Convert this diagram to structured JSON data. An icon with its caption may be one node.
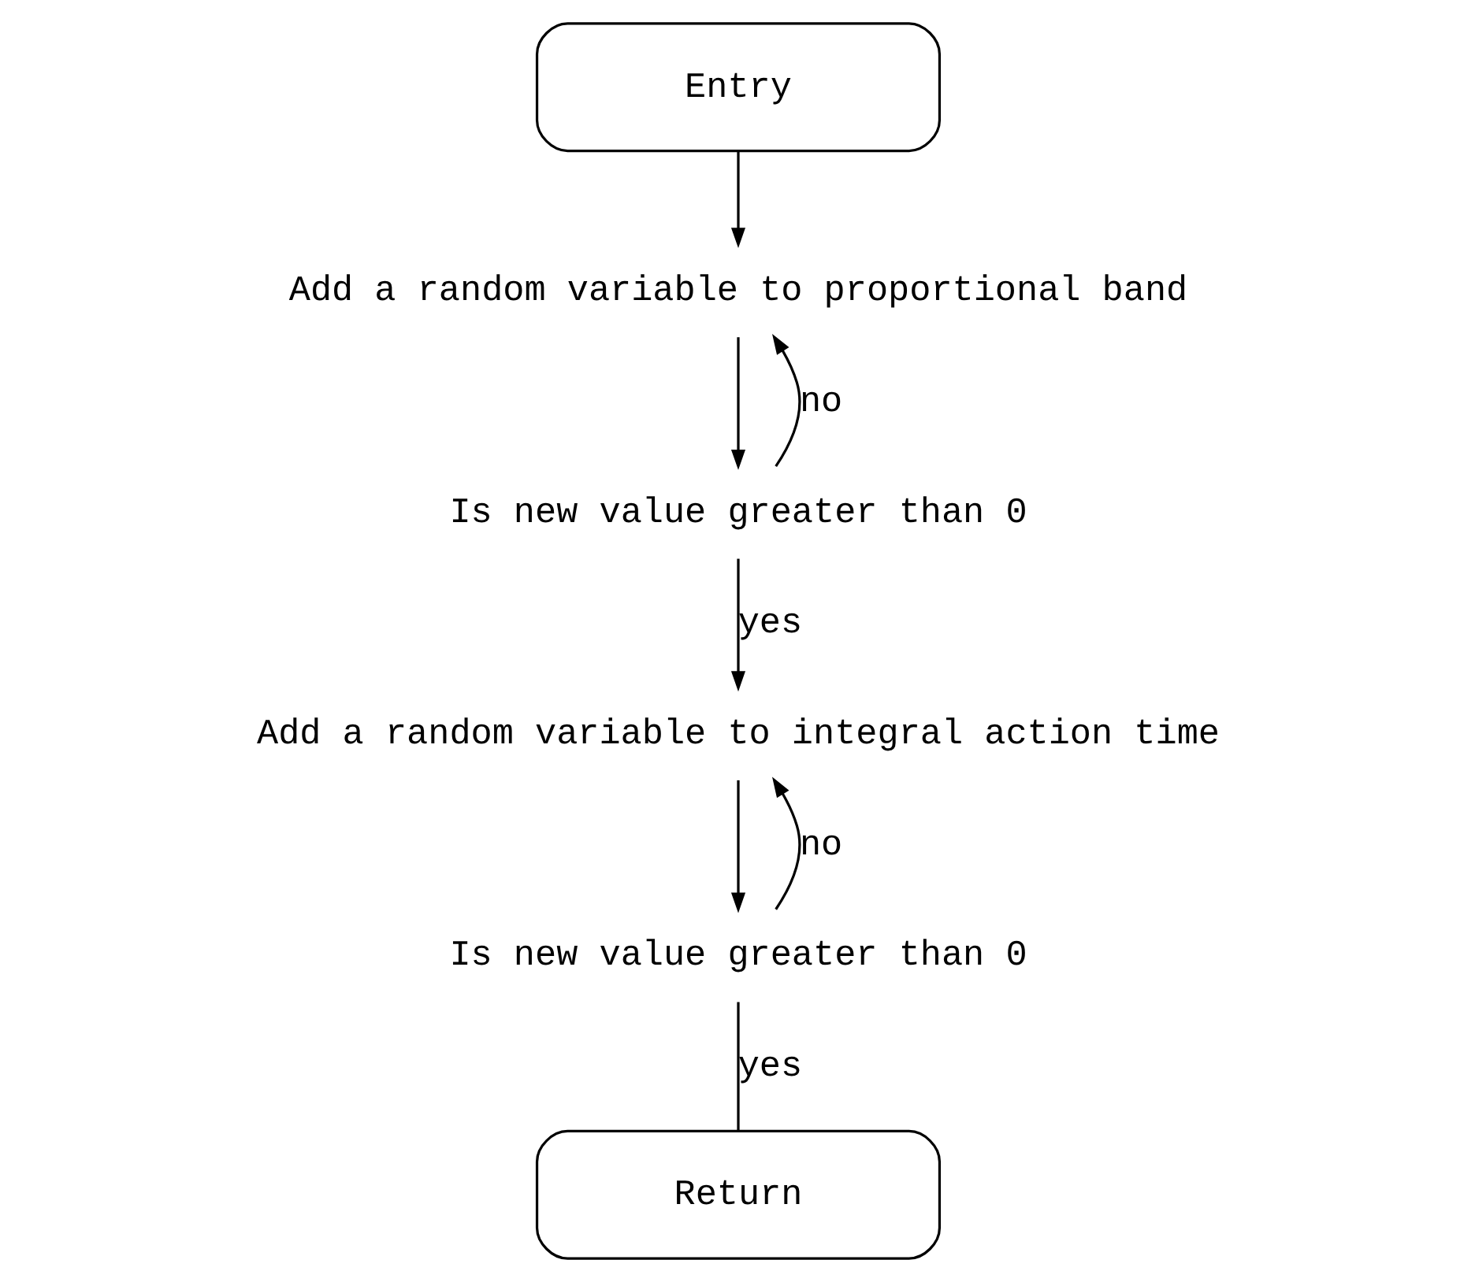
{
  "diagram": {
    "nodes": [
      {
        "text": [
          "Entry"
        ]
      },
      {
        "text": [
          "Add a random variable to proportional band"
        ]
      },
      {
        "text": [
          "Is new value greater than 0"
        ]
      },
      {
        "text": [
          "Add a random variable to integral action time"
        ]
      },
      {
        "text": [
          "Is new value greater than 0"
        ]
      },
      {
        "text": [
          "Return"
        ]
      }
    ],
    "edges": [
      {
        "from": 0,
        "to": 1,
        "arrow": "to"
      },
      {
        "from": 1,
        "to": 2,
        "arrow": "to"
      },
      {
        "from": 2,
        "to": 1,
        "arrow": "to",
        "label": "no"
      },
      {
        "from": 2,
        "to": 3,
        "arrow": "to",
        "label": "yes"
      },
      {
        "from": 3,
        "to": 4,
        "arrow": "to"
      },
      {
        "from": 4,
        "to": 3,
        "arrow": "to",
        "label": "no"
      },
      {
        "from": 4,
        "to": 5,
        "arrow": "none",
        "label": "yes"
      }
    ]
  }
}
